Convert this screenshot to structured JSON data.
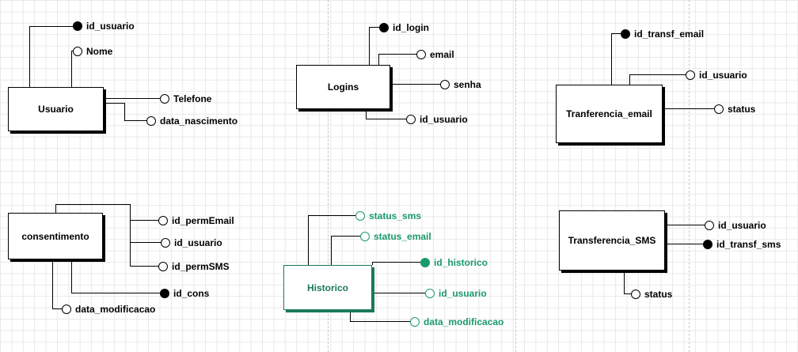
{
  "entities": {
    "usuario": {
      "name": "Usuario",
      "attributes": [
        "id_usuario",
        "Nome",
        "Telefone",
        "data_nascimento"
      ]
    },
    "logins": {
      "name": "Logins",
      "attributes": [
        "id_login",
        "email",
        "senha",
        "id_usuario"
      ]
    },
    "tranferencia_email": {
      "name": "Tranferencia_email",
      "attributes": [
        "id_transf_email",
        "id_usuario",
        "status"
      ]
    },
    "consentimento": {
      "name": "consentimento",
      "attributes": [
        "id_permEmail",
        "id_usuario",
        "id_permSMS",
        "id_cons",
        "data_modificacao"
      ]
    },
    "historico": {
      "name": "Historico",
      "attributes": [
        "status_sms",
        "status_email",
        "id_historico",
        "id_usuario",
        "data_modificacao"
      ]
    },
    "transferencia_sms": {
      "name": "Transferencia_SMS",
      "attributes": [
        "id_usuario",
        "id_transf_sms",
        "status"
      ]
    }
  },
  "colors": {
    "default": "#000000",
    "highlight": "#1a9a6a"
  }
}
